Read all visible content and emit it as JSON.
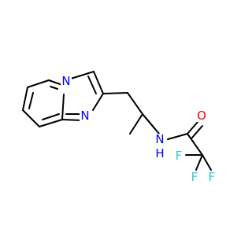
{
  "molecule": {
    "colors": {
      "bond": "#000000",
      "nitrogen": "#0000ff",
      "oxygen": "#ff0000",
      "fluorine": "#33cccc",
      "hydrogen_on_nitrogen": "#0000ff"
    },
    "labels": {
      "n_bridge": "N",
      "n_imidazole": "N",
      "n_amide": "N",
      "h_amide": "H",
      "o_carbonyl": "O",
      "f_left": "F",
      "f_bottom_left": "F",
      "f_bottom_right": "F"
    }
  }
}
